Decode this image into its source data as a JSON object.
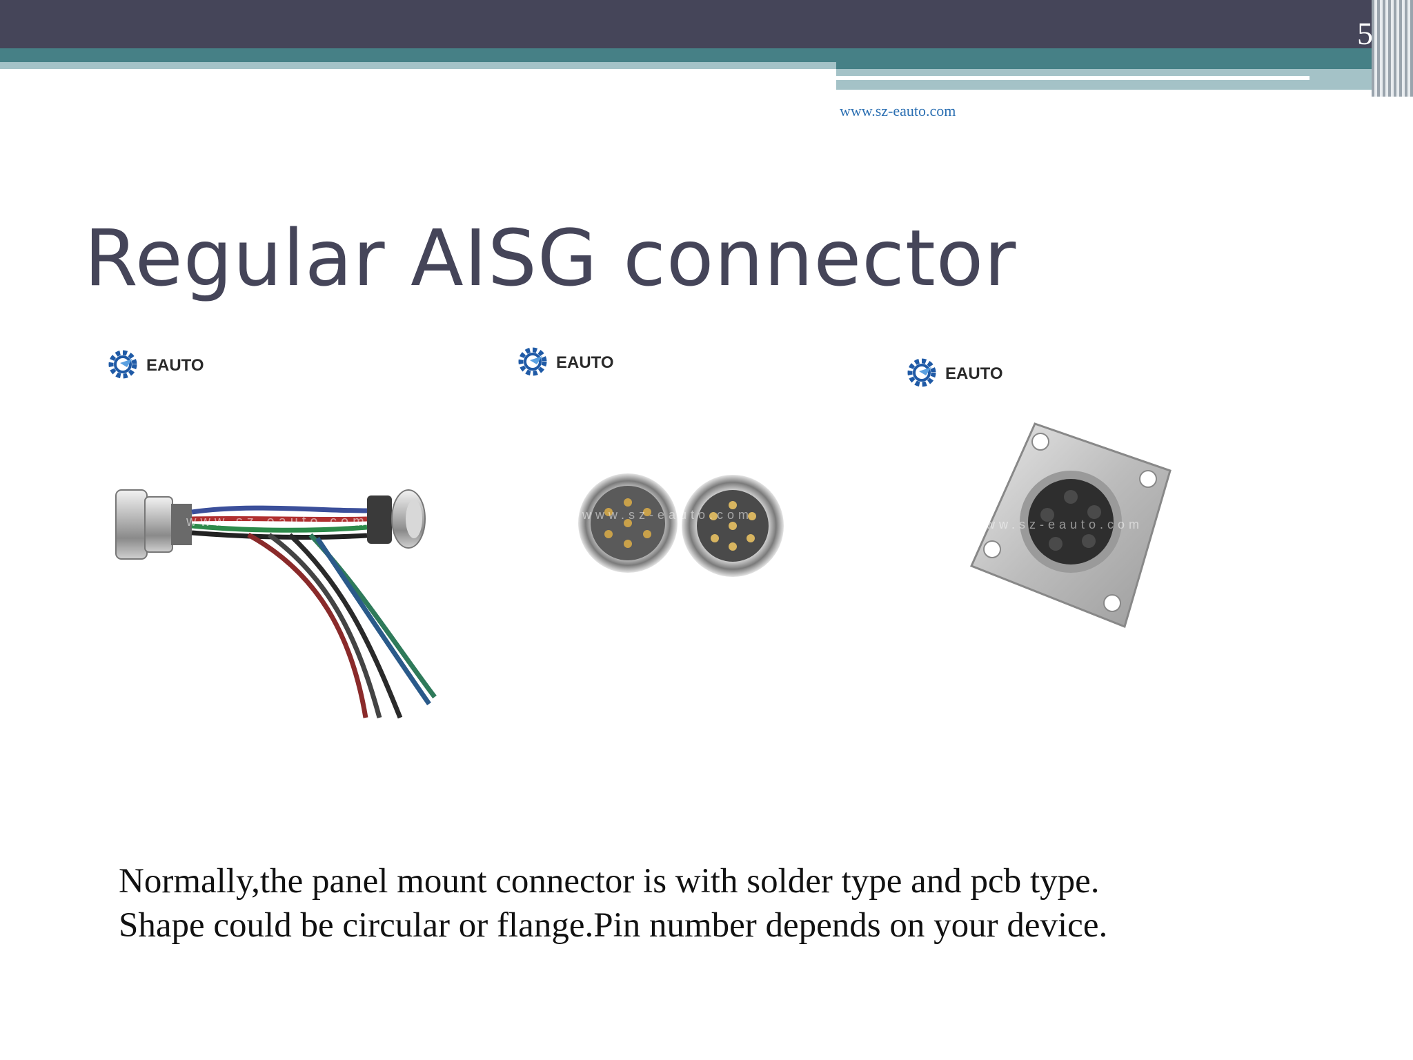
{
  "slide": {
    "page_number": "5",
    "url": "www.sz-eauto.com",
    "title": "Regular AISG connector",
    "body_lines": [
      "Normally,the panel mount connector is with solder type and pcb type.",
      "Shape could be circular or flange.Pin number depends on your device."
    ]
  },
  "logos": [
    {
      "text": "EAUTO"
    },
    {
      "text": "EAUTO"
    },
    {
      "text": "EAUTO"
    }
  ],
  "photos": [
    {
      "icon": "cable-assembly-connector",
      "watermark": "www.sz-eauto.com"
    },
    {
      "icon": "circular-connectors-pair",
      "watermark": "www.sz-eauto.com"
    },
    {
      "icon": "square-flange-connector",
      "watermark": "www.sz-eauto.com"
    }
  ],
  "colors": {
    "header_dark": "#454559",
    "teal": "#468086",
    "light_teal": "#a4c2c7",
    "title": "#454559",
    "url": "#2b6fb2",
    "logo_blue": "#1f5aa6"
  }
}
